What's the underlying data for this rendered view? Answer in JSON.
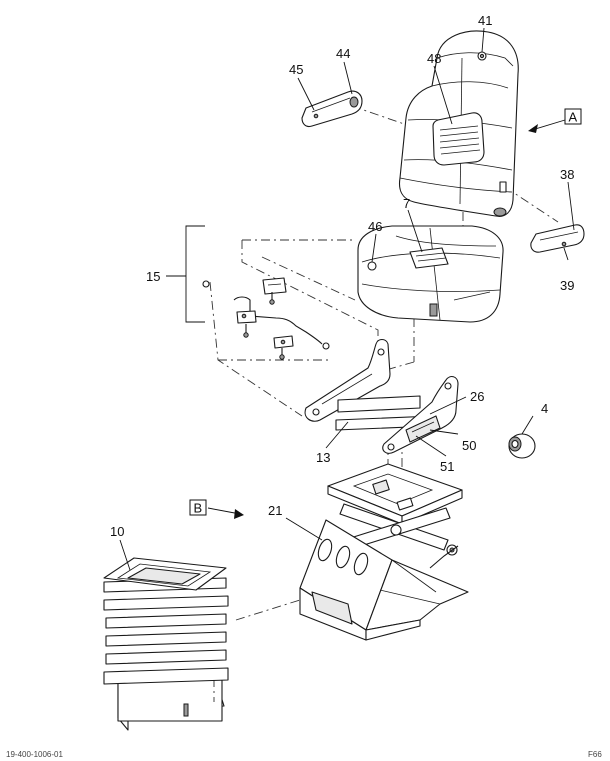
{
  "callouts": {
    "c41": "41",
    "c44": "44",
    "c45": "45",
    "c48": "48",
    "c38": "38",
    "c39": "39",
    "c7": "7",
    "c46": "46",
    "c15": "15",
    "c4": "4",
    "c26": "26",
    "c50": "50",
    "c51": "51",
    "c13": "13",
    "c21": "21",
    "c10": "10"
  },
  "view_labels": {
    "a": "A",
    "b": "B"
  },
  "footer": {
    "drawing_id": "19-400-1006-01",
    "sheet_code": "F66"
  }
}
